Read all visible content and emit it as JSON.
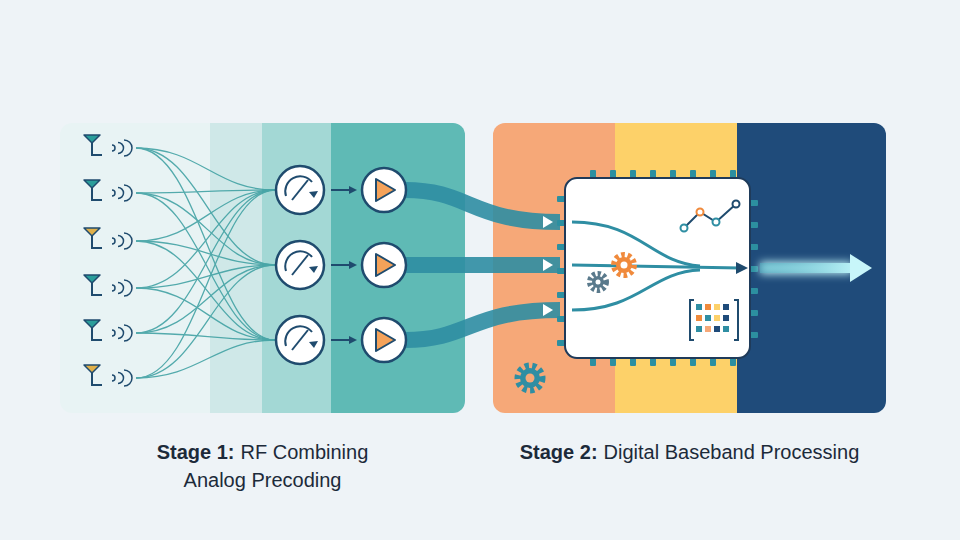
{
  "diagram": {
    "nodes": [
      {
        "text": [
          "Stage 1:",
          "RF Combining Analog Precoding"
        ]
      },
      {
        "text": [
          "Stage 2:",
          "Digital Baseband Processing"
        ]
      }
    ]
  }
}
